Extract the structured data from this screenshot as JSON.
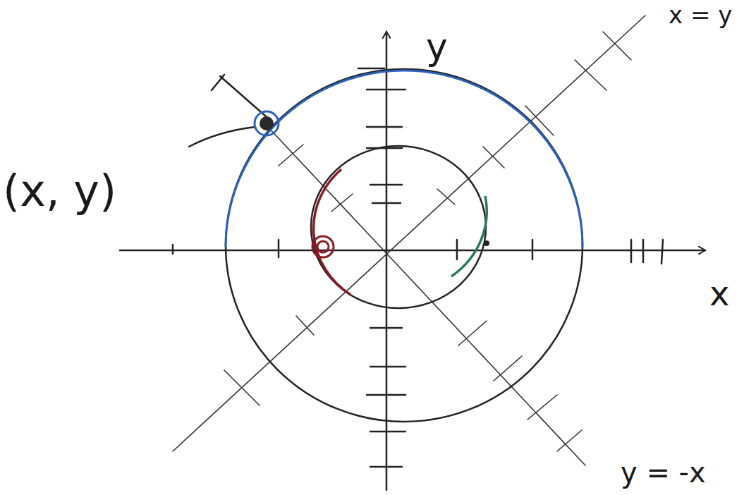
{
  "diagram": {
    "labels": [
      "y",
      "x",
      "(x, y)",
      "x = y",
      "y = -x"
    ]
  }
}
